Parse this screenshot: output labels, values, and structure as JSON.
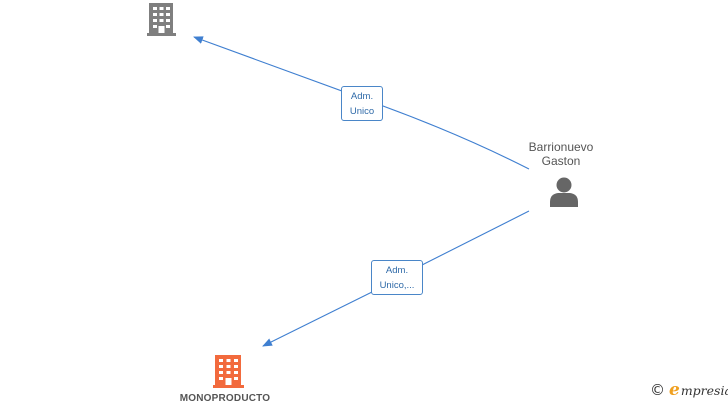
{
  "nodes": {
    "top_company": {
      "type": "company",
      "color": "#7f7f7f"
    },
    "person": {
      "name_line1": "Barrionuevo",
      "name_line2": "Gaston",
      "icon": "person-icon",
      "color": "#666666"
    },
    "bottom_company": {
      "type": "company",
      "name": "MONOPRODUCTO",
      "color": "#f26a3d"
    }
  },
  "edges": [
    {
      "from": "person",
      "to": "top_company",
      "label_line1": "Adm.",
      "label_line2": "Unico"
    },
    {
      "from": "person",
      "to": "bottom_company",
      "label_line1": "Adm.",
      "label_line2": "Unico,..."
    }
  ],
  "colors": {
    "edge": "#3f7fd0",
    "label_border": "#4a86c8",
    "label_text": "#2f6aa8"
  },
  "brand": {
    "copyright": "©",
    "logo_initial": "e",
    "logo_rest": "mpresia"
  }
}
